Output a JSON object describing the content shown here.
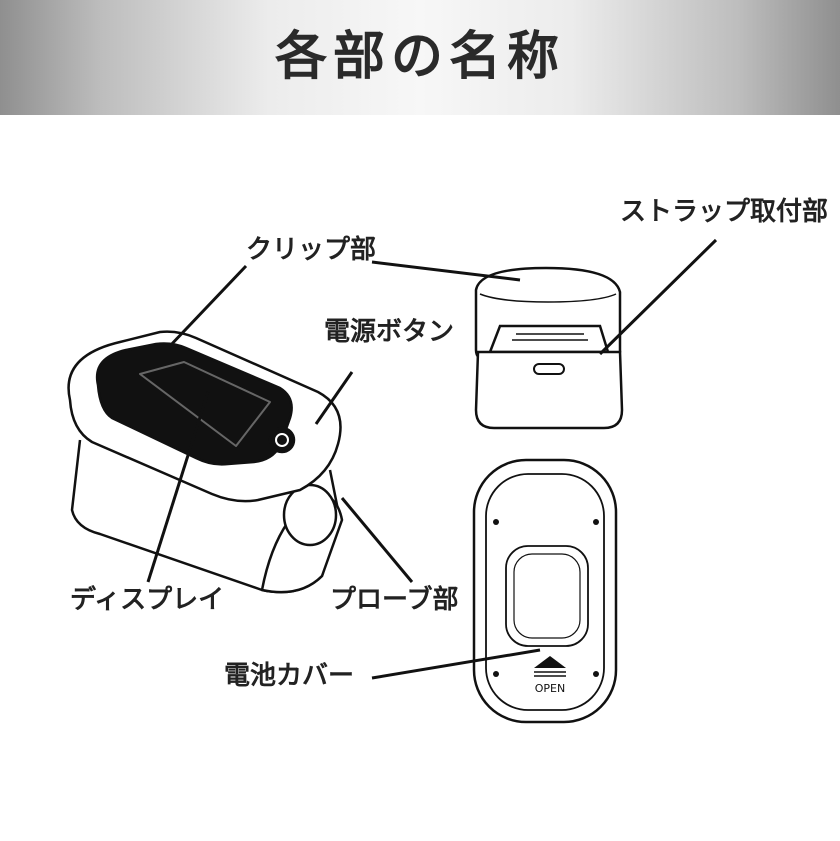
{
  "header": {
    "title": "各部の名称"
  },
  "labels": {
    "clip": "クリップ部",
    "power_button": "電源ボタン",
    "display": "ディスプレイ",
    "probe": "プローブ部",
    "strap": "ストラップ取付部",
    "battery_cover": "電池カバー"
  },
  "battery_marking": "OPEN",
  "colors": {
    "header_light": "#f7f7f7",
    "header_dark": "#8f8f8f",
    "text": "#222222",
    "line": "#111111"
  }
}
